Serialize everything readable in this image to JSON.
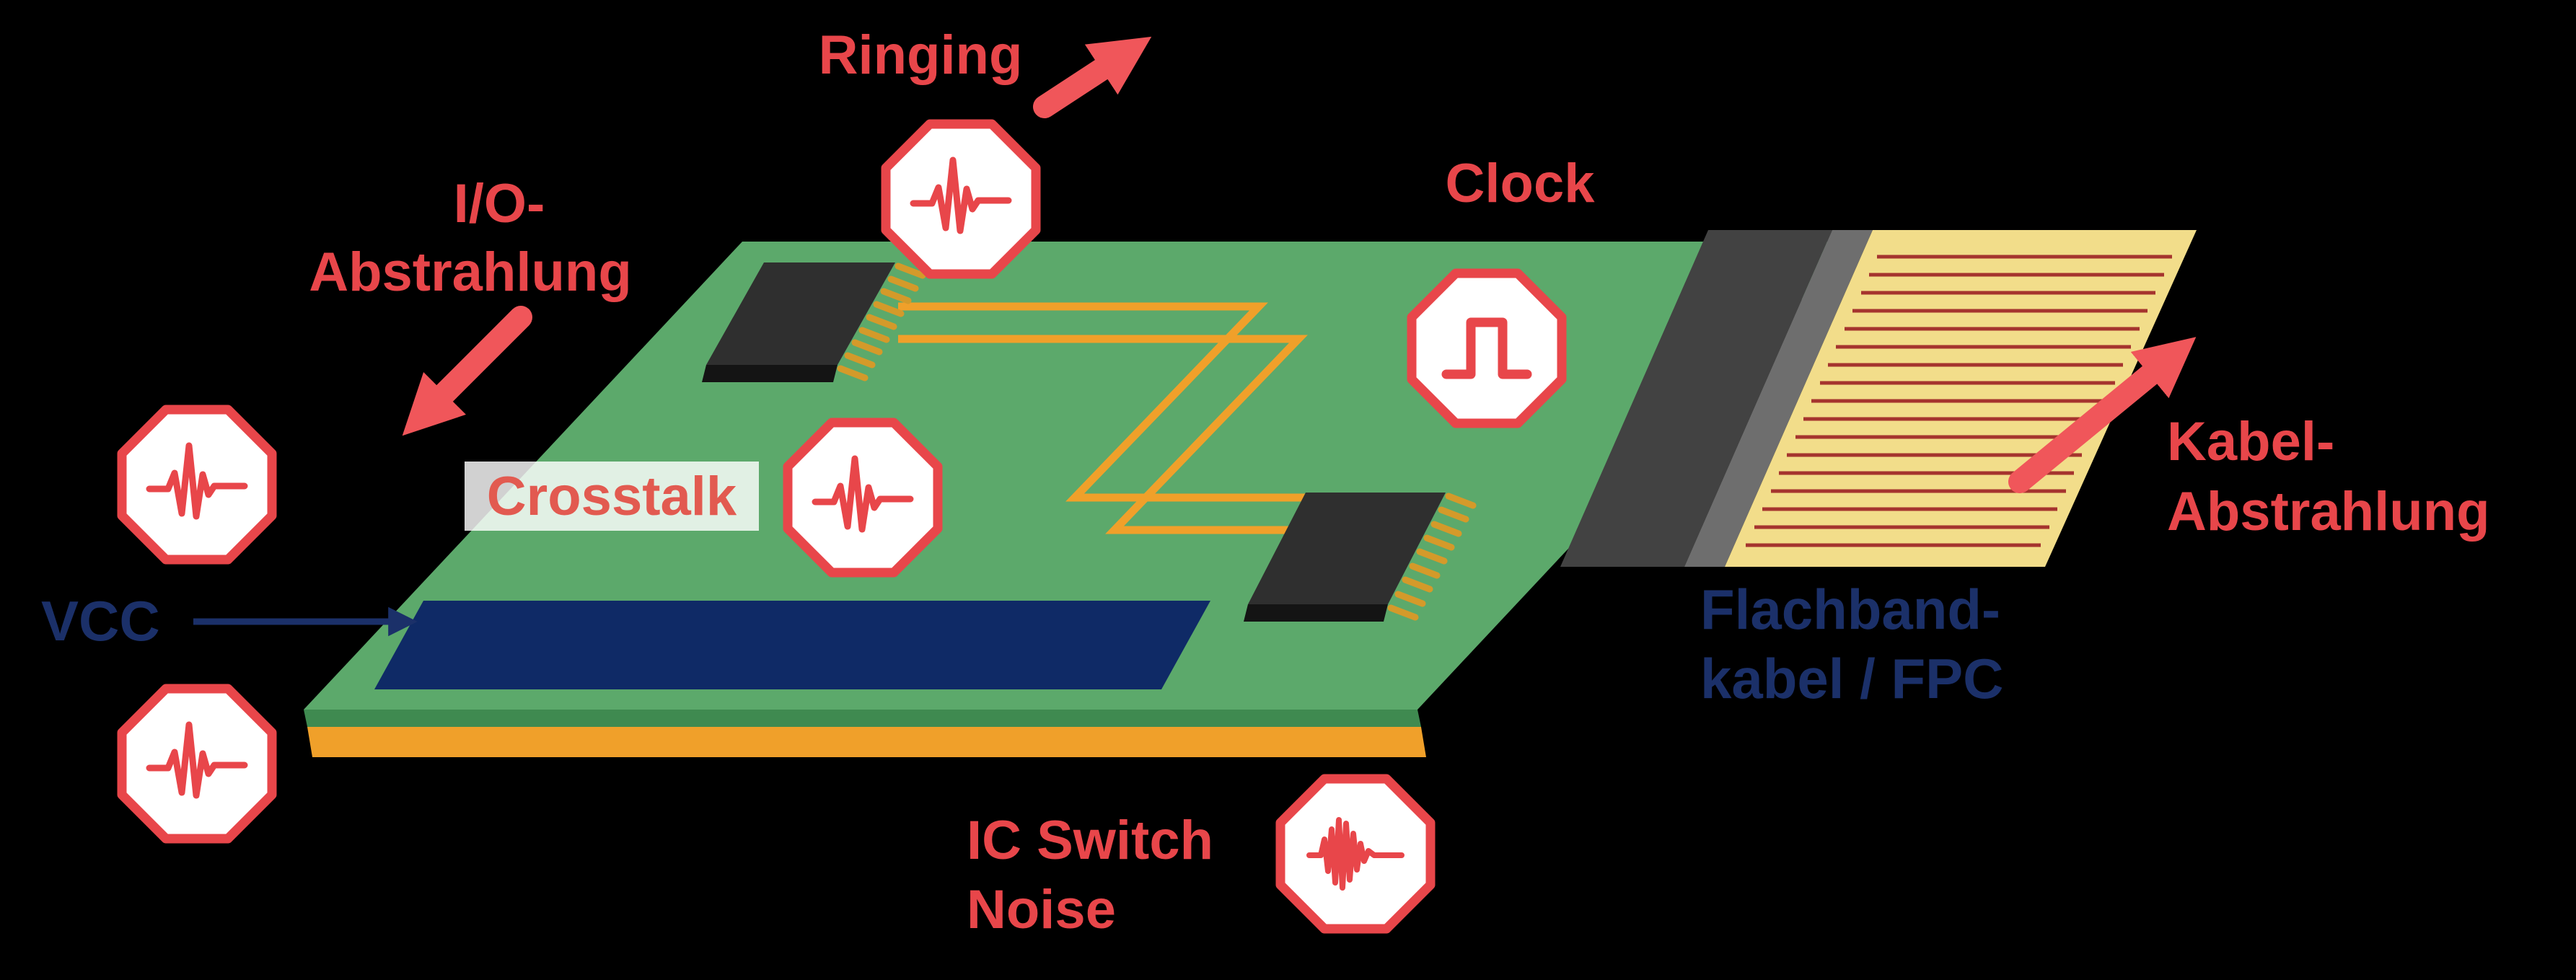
{
  "diagram": {
    "type": "EMC noise sources on PCB illustration",
    "labels": {
      "ringing": "Ringing",
      "io_abstrahlung": [
        "I/O-",
        "Abstrahlung"
      ],
      "clock": "Clock",
      "crosstalk": "Crosstalk",
      "vcc": "VCC",
      "flachbandkabel": [
        "Flachband-",
        "kabel / FPC"
      ],
      "ic_switch_noise": [
        "IC Switch",
        "Noise"
      ],
      "kabel_abstrahlung": [
        "Kabel-",
        "Abstrahlung"
      ]
    },
    "icons": {
      "ringing_waveform": "damped oscillation spike",
      "clock_pulse": "square pulse",
      "noise_burst": "dense oscillation burst"
    },
    "colors": {
      "background": "#000000",
      "board_green": "#5ca96b",
      "board_rim_green": "#3f8a50",
      "board_edge_orange": "#f0a02a",
      "trace_orange": "#f0a02a",
      "vcc_plane_navy": "#0f2a66",
      "navy_text": "#1b3069",
      "label_red": "#e8464a",
      "arrow_red": "#f0565a",
      "chip_dark": "#2f2f2f",
      "pin_gold": "#d49a2a",
      "connector_gray": "#424242",
      "cable_yellow": "#f2dd8a",
      "cable_wire_red": "#a5342e",
      "badge_fill": "#ffffff"
    }
  }
}
